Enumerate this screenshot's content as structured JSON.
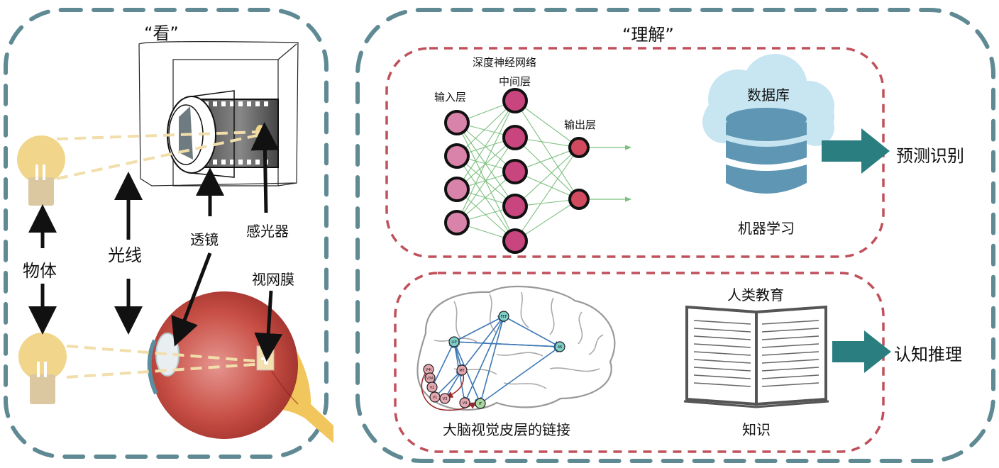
{
  "left_panel": {
    "title": "“看”",
    "labels": {
      "object": "物体",
      "light": "光线",
      "lens": "透镜",
      "sensor": "感光器",
      "retina": "视网膜"
    }
  },
  "right_panel": {
    "title": "“理解”",
    "machine": {
      "network_title": "深度神经网络",
      "input_layer": "输入层",
      "hidden_layer": "中间层",
      "output_layer": "输出层",
      "database": "数据库",
      "caption": "机器学习",
      "result": "预测识别"
    },
    "human": {
      "caption": "大脑视觉皮层的链接",
      "education": "人类教育",
      "knowledge": "知识",
      "result": "认知推理",
      "brain_nodes": [
        "FEF",
        "LIP",
        "46",
        "MT",
        "V4t",
        "V3A",
        "V2",
        "V1",
        "V3",
        "V4",
        "IT"
      ]
    }
  },
  "colors": {
    "outer_border": "#5f8a93",
    "inner_border": "#c0505a",
    "arrow_teal": "#2b7e80",
    "bulb_yellow": "#f1d58a",
    "bulb_base": "#dcc8a0",
    "input_node": "#d982aa",
    "hidden_node": "#c8457e",
    "output_node": "#d24a60",
    "cloud": "#c7e6f2",
    "database": "#5e96b3",
    "connection": "#7cbf7e",
    "brain_link": "#3f78b5"
  }
}
